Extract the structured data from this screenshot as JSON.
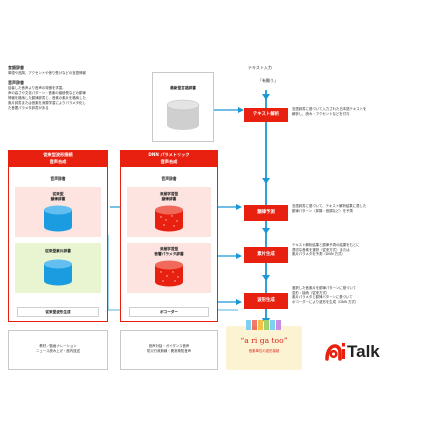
{
  "top_left": {
    "title": "言語辞書",
    "line1": "単語や品詞、アクセントや係り受けなどの言語情報",
    "subtitle": "音声辞書",
    "lines": [
      "話者した音声より音声の特徴を学習。",
      "声の高さや文化パターン・音素の継続長などの韻律",
      "情報を格納した韻律辞書と、音素の素片を格納した",
      "素片辞書または音素を深層学習によりパラメタ化し",
      "た音響パラメタ辞書がある"
    ]
  },
  "latest_dict": {
    "label": "最新型言語辞書"
  },
  "text_input": {
    "label": "テキスト入力",
    "value": "「有難う」"
  },
  "steps": [
    {
      "label": "テキスト解析",
      "desc": [
        "言語辞書に基づいて入力された日本語テキストを",
        "解析し、読み・アクセントなどを付与"
      ]
    },
    {
      "label": "韻律予測",
      "desc": [
        "言語辞書に基づいて、テキスト解析結果に適した",
        "韻律パターン（抑揚・音調など）を予測"
      ]
    },
    {
      "label": "素片生成",
      "desc": [
        "テキスト解析結果と韻律予測の結果をもとに",
        "適切な音素を選択（従来方式）または",
        "素片パラメタを予測（DNN 方式）"
      ]
    },
    {
      "label": "波形生成",
      "desc": [
        "選択した音素片を韻律パターンに基づいて",
        "変形・接続（従来方式）",
        "素片パラメタと韻律パターンに基づいて",
        "ボコーダーにより波形を生成（DNN 方式）"
      ]
    }
  ],
  "conventional": {
    "header": [
      "従来型波形接続",
      "音声合成"
    ],
    "section": "音声辞書",
    "prosody": [
      "従来型",
      "韻律辞書"
    ],
    "unit": "従来型素片辞書",
    "output": "従来型波形生成"
  },
  "dnn": {
    "header": [
      "DNN パラメトリック",
      "音声合成"
    ],
    "section": "音声辞書",
    "prosody": [
      "深層学習型",
      "韻律辞書"
    ],
    "acoustic": [
      "深層学習型",
      "音響パラメタ辞書"
    ],
    "output": "ボコーダー"
  },
  "bottom": {
    "left": [
      "教材／動画ナレーション",
      "ニュース読み上げ・館内放送"
    ],
    "mid": [
      "音声対話・ガイダンス音声",
      "防災行政無線・異常検知音声"
    ],
    "audio_text": "“a ri ga too”",
    "audio_sub": "音素単位の波形接続"
  },
  "logo": {
    "text": "Talk",
    "mark": "ai"
  },
  "colors": {
    "accent": "#e8200f",
    "flow_blue": "#1a98d5",
    "cyl_blue": "#1b9be0",
    "cyl_red": "#e8200f",
    "cyl_gray": "#cfcfcf"
  }
}
